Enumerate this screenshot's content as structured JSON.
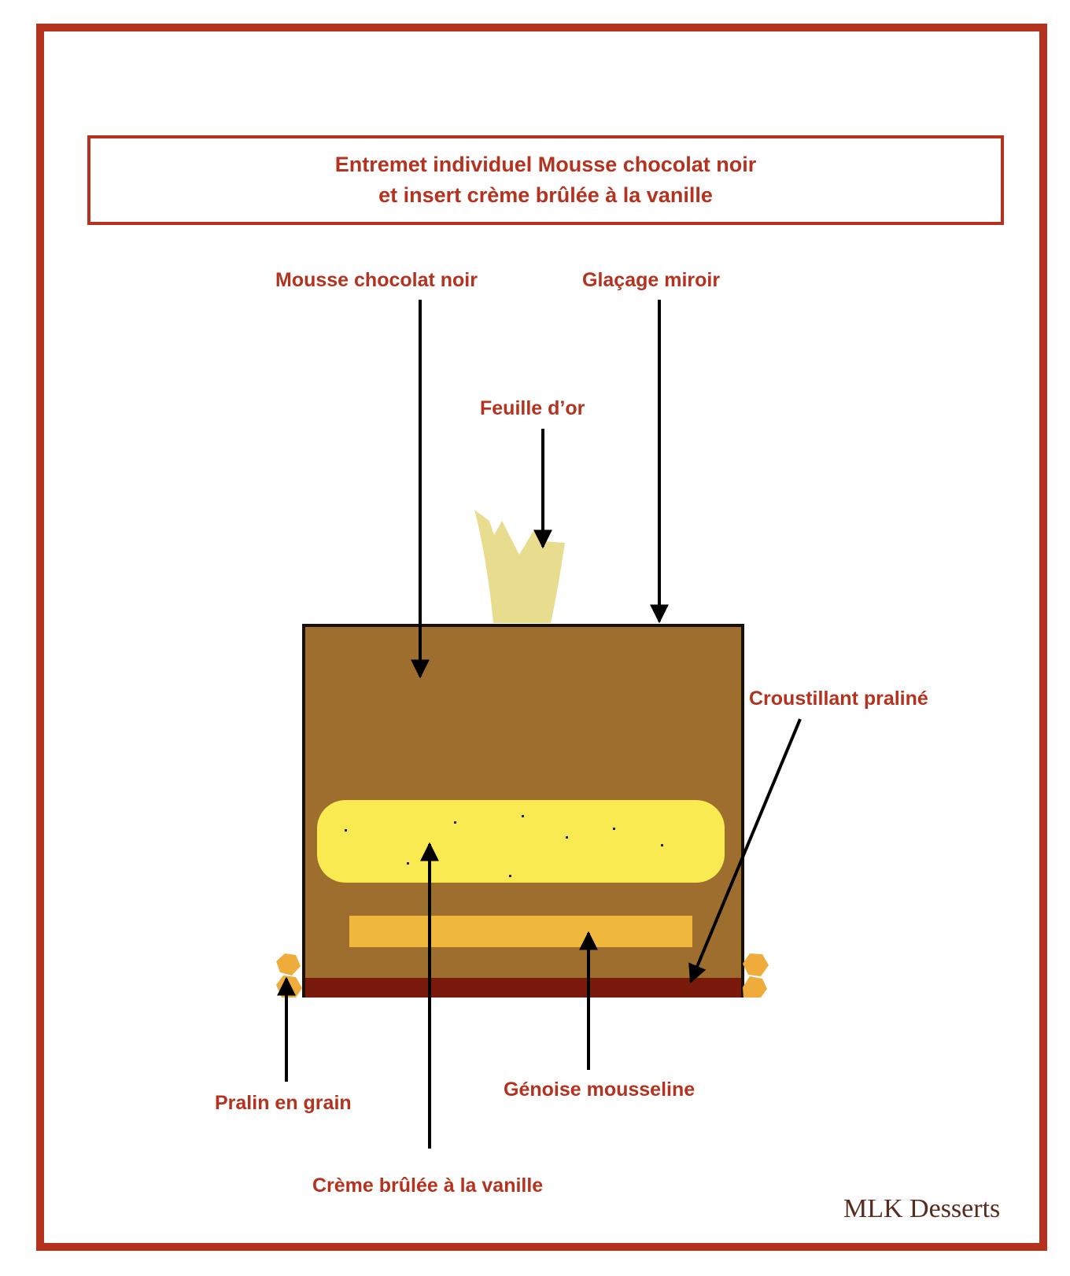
{
  "title": {
    "line1": "Entremet individuel Mousse chocolat noir",
    "line2": "et insert crème brûlée à la vanille"
  },
  "labels": {
    "mousse": "Mousse chocolat noir",
    "glacage": "Glaçage miroir",
    "feuille": "Feuille d’or",
    "croustillant": "Croustillant praliné",
    "pralin": "Pralin en grain",
    "genoise": "Génoise mousseline",
    "creme": "Crème brûlée à la vanille"
  },
  "brand": "MLK Desserts",
  "colors": {
    "frame": "#b5321f",
    "label_text": "#b5321f",
    "mousse": "#9e6e2f",
    "creme_insert": "#f8ea50",
    "genoise": "#efb83c",
    "croustillant": "#7a1a0c",
    "feuille_or": "#e8dc8f",
    "pralin": "#efac3a",
    "arrow": "#000000"
  }
}
